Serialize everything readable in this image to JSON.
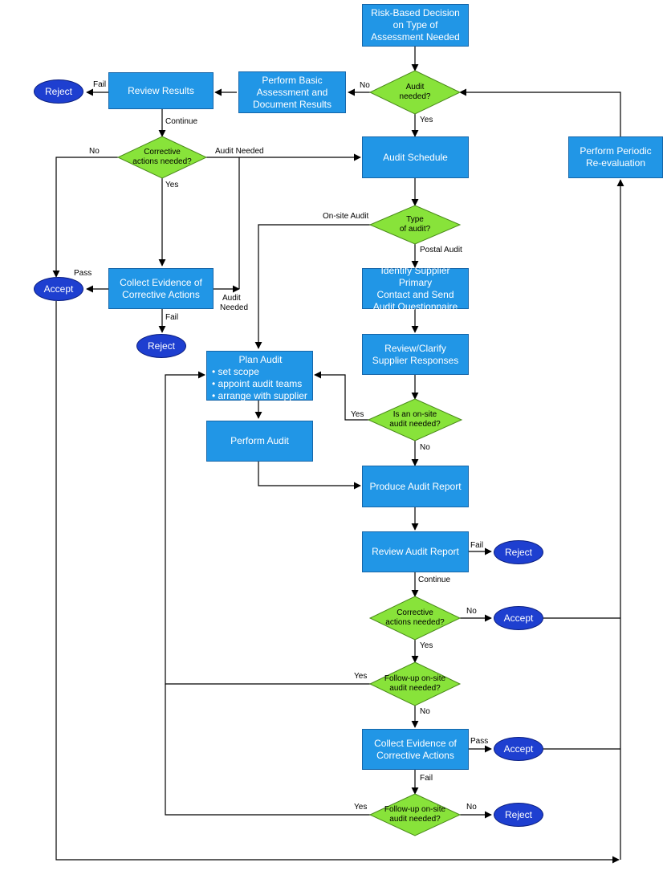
{
  "boxes": {
    "risk_decision": [
      "Risk-Based Decision",
      "on Type of",
      "Assessment Needed"
    ],
    "basic_assessment": [
      "Perform Basic",
      "Assessment and",
      "Document Results"
    ],
    "review_results": [
      "Review Results"
    ],
    "audit_schedule": [
      "Audit Schedule"
    ],
    "periodic_reeval": [
      "Perform Periodic",
      "Re-evaluation"
    ],
    "collect_evidence_top": [
      "Collect Evidence of",
      "Corrective Actions"
    ],
    "identify_supplier": [
      "Identify Supplier Primary",
      "Contact and Send",
      "Audit Questionnaire"
    ],
    "review_clarify": [
      "Review/Clarify",
      "Supplier Responses"
    ],
    "plan_audit": {
      "title": "Plan Audit",
      "items": [
        "• set scope",
        "• appoint audit teams",
        "• arrange with supplier"
      ]
    },
    "perform_audit": [
      "Perform Audit"
    ],
    "produce_report": [
      "Produce Audit Report"
    ],
    "review_report": [
      "Review Audit Report"
    ],
    "collect_evidence_bottom": [
      "Collect Evidence of",
      "Corrective Actions"
    ]
  },
  "decisions": {
    "audit_needed": [
      "Audit",
      "needed?"
    ],
    "corrective_top": [
      "Corrective",
      "actions needed?"
    ],
    "type_of_audit": [
      "Type",
      "of audit?"
    ],
    "onsite_needed": [
      "Is an on-site",
      "audit needed?"
    ],
    "corrective_bottom": [
      "Corrective",
      "actions needed?"
    ],
    "followup_1": [
      "Follow-up on-site",
      "audit needed?"
    ],
    "followup_2": [
      "Follow-up on-site",
      "audit needed?"
    ]
  },
  "terminals": {
    "reject_1": "Reject",
    "accept_left": "Accept",
    "reject_2": "Reject",
    "reject_3": "Reject",
    "accept_1": "Accept",
    "accept_2": "Accept",
    "reject_4": "Reject"
  },
  "labels": {
    "fail_1": "Fail",
    "no_1": "No",
    "yes_1": "Yes",
    "continue_1": "Continue",
    "no_2": "No",
    "audit_needed_1": "Audit Needed",
    "yes_2": "Yes",
    "onsite_audit": "On-site Audit",
    "postal_audit": "Postal Audit",
    "pass_1": "Pass",
    "audit_needed_2a": "Audit",
    "audit_needed_2b": "Needed",
    "fail_2": "Fail",
    "yes_3": "Yes",
    "no_3": "No",
    "fail_3": "Fail",
    "continue_2": "Continue",
    "no_4": "No",
    "yes_4": "Yes",
    "yes_5": "Yes",
    "no_5": "No",
    "pass_2": "Pass",
    "fail_4": "Fail",
    "yes_6": "Yes",
    "no_6": "No"
  },
  "colors": {
    "process": "#2196e6",
    "decision": "#88e33a",
    "terminal": "#1e3fd0",
    "line": "#000000"
  }
}
